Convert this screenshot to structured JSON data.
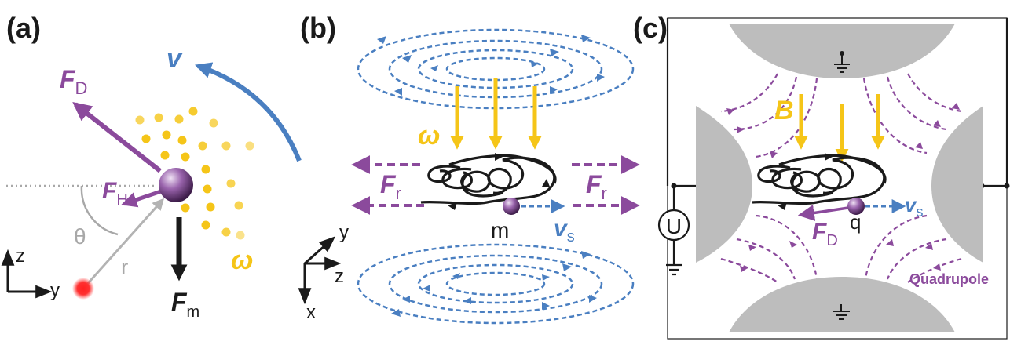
{
  "panels": {
    "a": {
      "label": "(a)",
      "velocity": "v",
      "drag_force": {
        "symbol": "F",
        "subscript": "D"
      },
      "hydro_force": {
        "symbol": "F",
        "subscript": "H"
      },
      "gravity_force": {
        "symbol": "F",
        "subscript": "m"
      },
      "angle": "θ",
      "radius": "r",
      "omega": "ω",
      "axis_z": "z",
      "axis_y": "y"
    },
    "b": {
      "label": "(b)",
      "omega": "ω",
      "radial_force_left": {
        "symbol": "F",
        "subscript": "r"
      },
      "radial_force_right": {
        "symbol": "F",
        "subscript": "r"
      },
      "mass": "m",
      "speed": {
        "symbol": "v",
        "subscript": "s"
      },
      "axis_y": "y",
      "axis_z": "z",
      "axis_x": "x"
    },
    "c": {
      "label": "(c)",
      "field": "B",
      "drag_force": {
        "symbol": "F",
        "subscript": "D"
      },
      "charge": "q",
      "speed": {
        "symbol": "v",
        "subscript": "s"
      },
      "voltage": "U",
      "trap_name": "Quadrupole"
    }
  },
  "colors": {
    "purple": "#8b4a9c",
    "blue": "#4a7fc1",
    "yellow": "#f5c518",
    "gray": "#b3b3b3",
    "dark": "#1a1a1a"
  }
}
